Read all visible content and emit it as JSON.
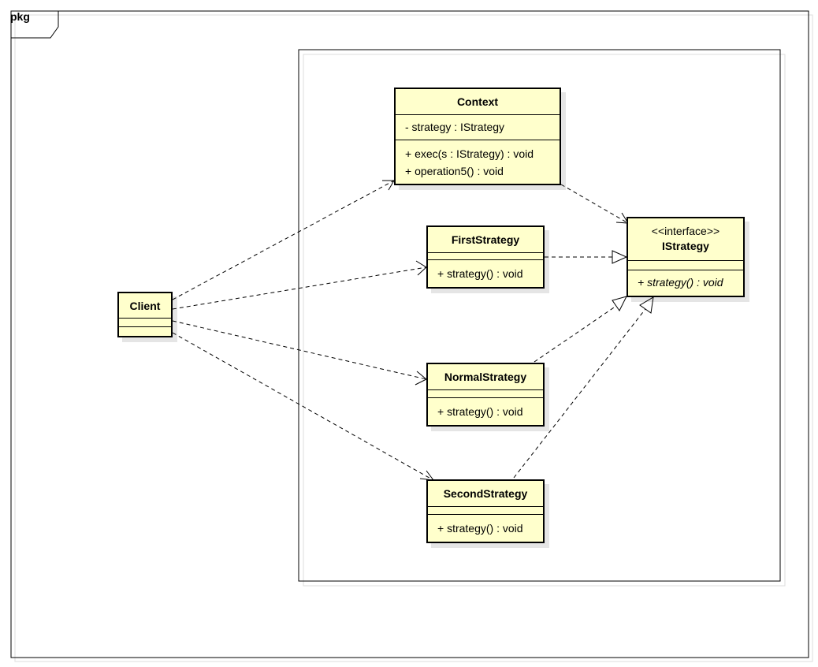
{
  "frame": {
    "label": "pkg"
  },
  "classes": {
    "client": {
      "name": "Client"
    },
    "context": {
      "name": "Context",
      "attributes": [
        "- strategy : IStrategy"
      ],
      "operations": [
        "+ exec(s : IStrategy) : void",
        "+ operation5() : void"
      ]
    },
    "first": {
      "name": "FirstStrategy",
      "operations": [
        "+ strategy() : void"
      ]
    },
    "normal": {
      "name": "NormalStrategy",
      "operations": [
        "+ strategy() : void"
      ]
    },
    "second": {
      "name": "SecondStrategy",
      "operations": [
        "+ strategy() : void"
      ]
    },
    "istrategy": {
      "stereotype": "<<interface>>",
      "name": "IStrategy",
      "operations": [
        "+ strategy() : void"
      ]
    }
  },
  "relationships": [
    {
      "from": "Client",
      "to": "Context",
      "kind": "dependency"
    },
    {
      "from": "Client",
      "to": "FirstStrategy",
      "kind": "dependency"
    },
    {
      "from": "Client",
      "to": "NormalStrategy",
      "kind": "dependency"
    },
    {
      "from": "Client",
      "to": "SecondStrategy",
      "kind": "dependency"
    },
    {
      "from": "Context",
      "to": "IStrategy",
      "kind": "dependency"
    },
    {
      "from": "FirstStrategy",
      "to": "IStrategy",
      "kind": "realization"
    },
    {
      "from": "NormalStrategy",
      "to": "IStrategy",
      "kind": "realization"
    },
    {
      "from": "SecondStrategy",
      "to": "IStrategy",
      "kind": "realization"
    }
  ],
  "colors": {
    "class_fill": "#ffffcc",
    "line": "#000000",
    "frame": "#000000"
  }
}
